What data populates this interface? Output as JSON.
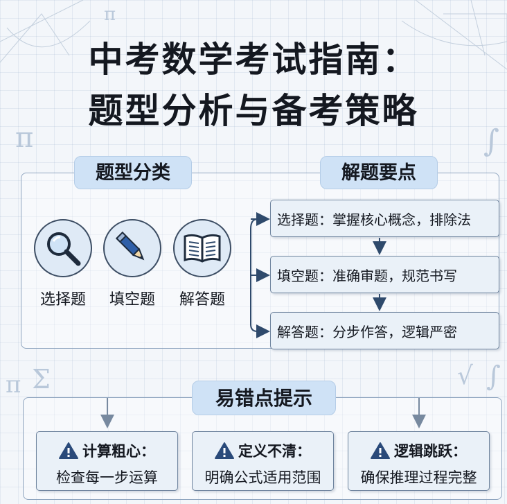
{
  "title": {
    "line1": "中考数学考试指南：",
    "line2": "题型分析与备考策略"
  },
  "question_types": {
    "heading": "题型分类",
    "items": [
      {
        "label": "选择题",
        "icon": "magnifier-icon"
      },
      {
        "label": "填空题",
        "icon": "pencil-icon"
      },
      {
        "label": "解答题",
        "icon": "open-book-icon"
      }
    ]
  },
  "key_points": {
    "heading": "解题要点",
    "items": [
      "选择题：掌握核心概念，排除法",
      "填空题：准确审题，规范书写",
      "解答题：分步作答，逻辑严密"
    ]
  },
  "error_tips": {
    "heading": "易错点提示",
    "items": [
      {
        "title": "计算粗心：",
        "desc": "检查每一步运算"
      },
      {
        "title": "定义不清：",
        "desc": "明确公式适用范围"
      },
      {
        "title": "逻辑跳跃：",
        "desc": "确保推理过程完整"
      }
    ]
  },
  "decorative_symbols": [
    "π",
    "π",
    "Σ",
    "π",
    "∫",
    "√",
    "∫"
  ],
  "colors": {
    "pill": "#cfe2f6",
    "frame": "#8fa5bf",
    "box": "#eaf1f8",
    "arrow": "#2f4a6c",
    "icon": "#2a4a7a"
  }
}
